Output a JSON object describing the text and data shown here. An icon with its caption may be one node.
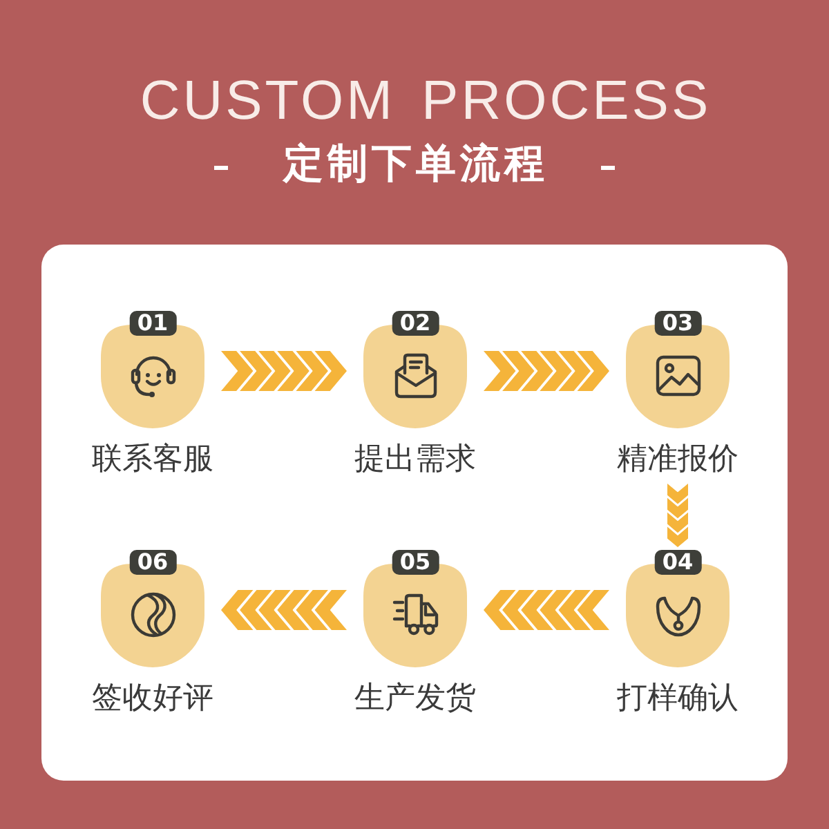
{
  "diagram": {
    "title": "CUSTOM PROCESS",
    "nodes": [
      {
        "text": [
          "01",
          "联系客服"
        ]
      },
      {
        "text": [
          "02",
          "提出需求"
        ]
      },
      {
        "text": [
          "03",
          "精准报价"
        ]
      },
      {
        "text": [
          "04",
          "打样确认"
        ]
      },
      {
        "text": [
          "05",
          "生产发货"
        ]
      },
      {
        "text": [
          "06",
          "签收好评"
        ]
      }
    ],
    "edges": [
      {
        "from": 0,
        "to": 1,
        "arrow": "to"
      },
      {
        "from": 1,
        "to": 2,
        "arrow": "to"
      },
      {
        "from": 2,
        "to": 3,
        "arrow": "to"
      },
      {
        "from": 3,
        "to": 4,
        "arrow": "to"
      },
      {
        "from": 4,
        "to": 5,
        "arrow": "to"
      }
    ],
    "labels": [
      "定制下单流程"
    ]
  }
}
